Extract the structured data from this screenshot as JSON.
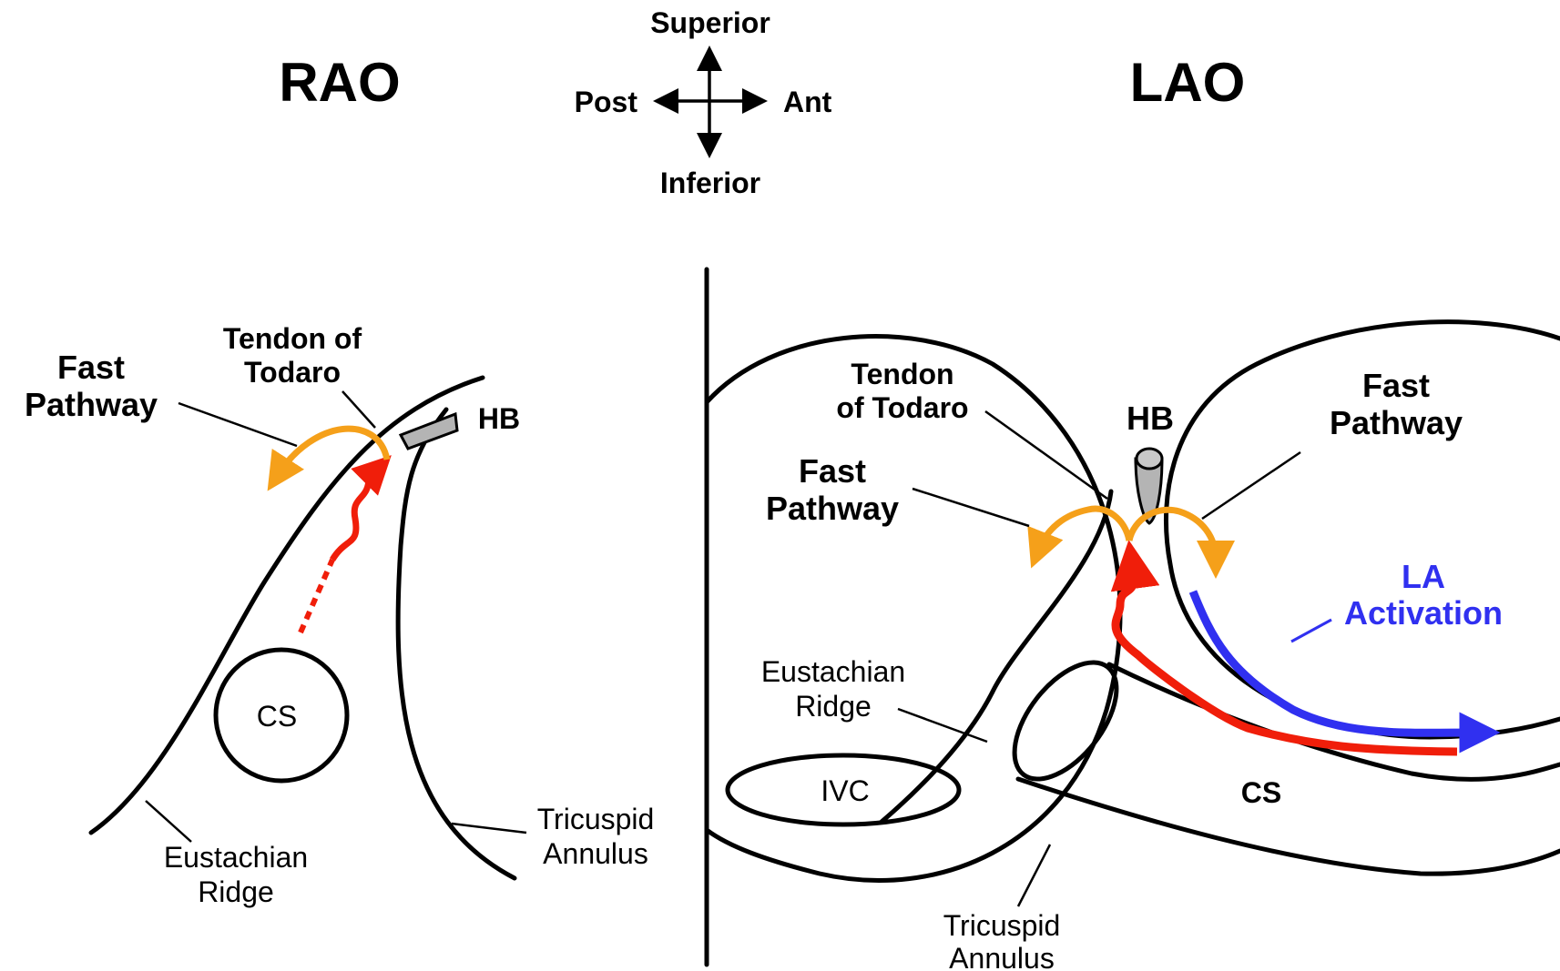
{
  "views": {
    "rao": {
      "title": "RAO"
    },
    "lao": {
      "title": "LAO"
    }
  },
  "compass": {
    "superior": "Superior",
    "inferior": "Inferior",
    "posterior": "Post",
    "anterior": "Ant"
  },
  "rao_labels": {
    "fast_pathway_1": "Fast",
    "fast_pathway_2": "Pathway",
    "tendon_1": "Tendon of",
    "tendon_2": "Todaro",
    "hb": "HB",
    "cs": "CS",
    "eustachian_1": "Eustachian",
    "eustachian_2": "Ridge",
    "tricuspid_1": "Tricuspid",
    "tricuspid_2": "Annulus"
  },
  "lao_labels": {
    "tendon_1": "Tendon",
    "tendon_2": "of Todaro",
    "hb": "HB",
    "fast_left_1": "Fast",
    "fast_left_2": "Pathway",
    "fast_right_1": "Fast",
    "fast_right_2": "Pathway",
    "la_1": "LA",
    "la_2": "Activation",
    "eustachian_1": "Eustachian",
    "eustachian_2": "Ridge",
    "ivc": "IVC",
    "cs": "CS",
    "tricuspid_1": "Tricuspid",
    "tricuspid_2": "Annulus"
  },
  "colors": {
    "fast_pathway": "#F5A01A",
    "slow_pathway": "#F01E0A",
    "la_activation": "#3030F0",
    "his_bundle": "#B4B4B4"
  }
}
